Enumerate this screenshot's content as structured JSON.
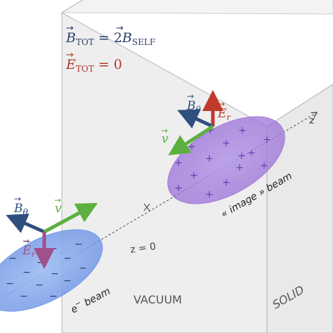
{
  "equations": {
    "b_tot_lhs": "B",
    "b_tot_sub": "TOT",
    "b_tot_mid": " = 2",
    "b_self_sym": "B",
    "b_self_sub": "SELF",
    "e_tot_lhs": "E",
    "e_tot_sub": "TOT",
    "e_tot_rhs": " = 0"
  },
  "image_side": {
    "b_theta": "B",
    "b_theta_sub": "θ",
    "e_r": "E",
    "e_r_sub": "r",
    "v": "v",
    "z_axis": "z",
    "beam_label": "« image » beam",
    "charge_symbol": "+"
  },
  "beam_side": {
    "b_theta": "B",
    "b_theta_sub": "θ",
    "v": "v",
    "e_r": "E",
    "e_r_sub": "r",
    "beam_label_sym": "e",
    "beam_label_sup": "−",
    "beam_label_word": " beam",
    "charge_symbol": "−"
  },
  "plane_labels": {
    "z0": "z = 0",
    "vacuum": "VACUUM",
    "solid": "SOLID"
  },
  "colors": {
    "b_field": "#2f4f7f",
    "e_field": "#c0392b",
    "e_field_beam": "#a0508a",
    "velocity": "#5bb040",
    "image_beam": "#a07ad8",
    "electron_beam": "#6f9be8",
    "equation_red": "#b03a2e",
    "equation_blue": "#2c3e6b"
  }
}
